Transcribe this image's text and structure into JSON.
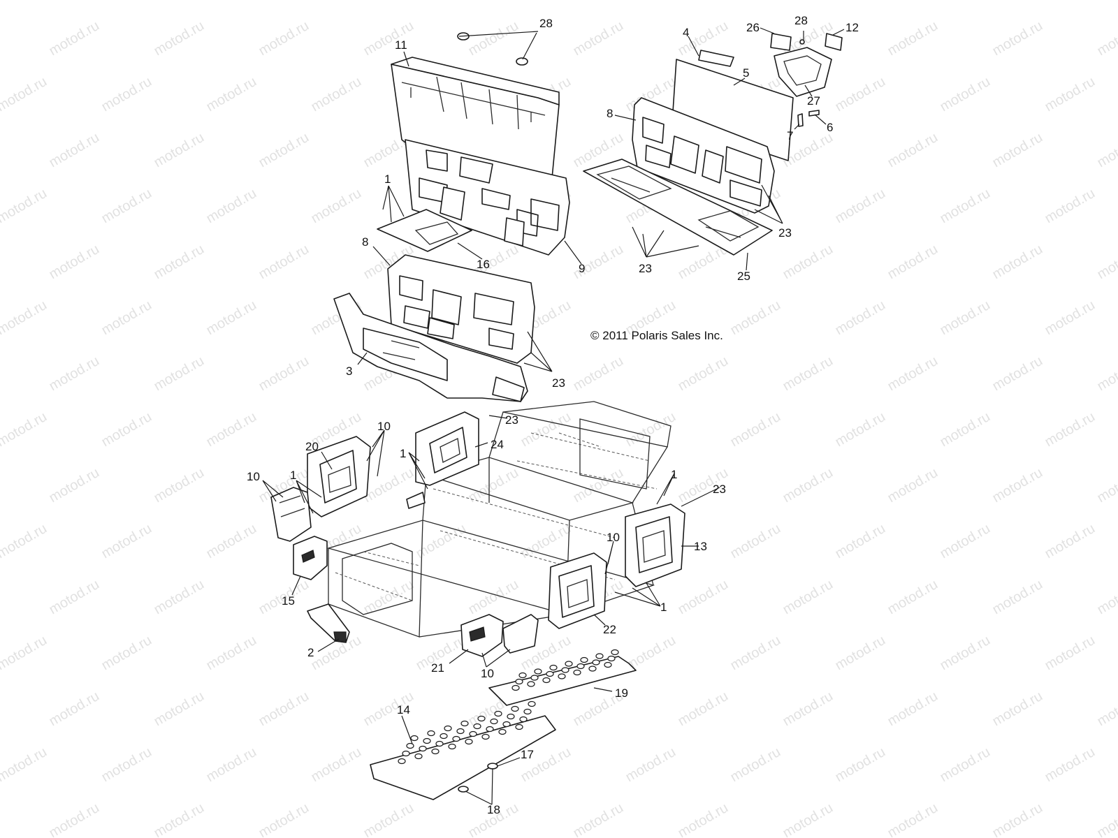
{
  "copyright": "© 2011 Polaris Sales Inc.",
  "watermark": "motod.ru",
  "callouts": [
    {
      "id": "c28a",
      "label": "28"
    },
    {
      "id": "c11",
      "label": "11"
    },
    {
      "id": "c4",
      "label": "4"
    },
    {
      "id": "c26",
      "label": "26"
    },
    {
      "id": "c28b",
      "label": "28"
    },
    {
      "id": "c12",
      "label": "12"
    },
    {
      "id": "c5",
      "label": "5"
    },
    {
      "id": "c27",
      "label": "27"
    },
    {
      "id": "c8a",
      "label": "8"
    },
    {
      "id": "c7",
      "label": "7"
    },
    {
      "id": "c6",
      "label": "6"
    },
    {
      "id": "c1a",
      "label": "1"
    },
    {
      "id": "c16",
      "label": "16"
    },
    {
      "id": "c9",
      "label": "9"
    },
    {
      "id": "c23a",
      "label": "23"
    },
    {
      "id": "c23b",
      "label": "23"
    },
    {
      "id": "c25",
      "label": "25"
    },
    {
      "id": "c8b",
      "label": "8"
    },
    {
      "id": "c3",
      "label": "3"
    },
    {
      "id": "c23c",
      "label": "23"
    },
    {
      "id": "c23d",
      "label": "23"
    },
    {
      "id": "c10a",
      "label": "10"
    },
    {
      "id": "c20",
      "label": "20"
    },
    {
      "id": "c1b",
      "label": "1"
    },
    {
      "id": "c24",
      "label": "24"
    },
    {
      "id": "c10b",
      "label": "10"
    },
    {
      "id": "c1c",
      "label": "1"
    },
    {
      "id": "c1d",
      "label": "1"
    },
    {
      "id": "c23e",
      "label": "23"
    },
    {
      "id": "c10c",
      "label": "10"
    },
    {
      "id": "c13",
      "label": "13"
    },
    {
      "id": "c15",
      "label": "15"
    },
    {
      "id": "c1e",
      "label": "1"
    },
    {
      "id": "c22",
      "label": "22"
    },
    {
      "id": "c2",
      "label": "2"
    },
    {
      "id": "c21",
      "label": "21"
    },
    {
      "id": "c10d",
      "label": "10"
    },
    {
      "id": "c19",
      "label": "19"
    },
    {
      "id": "c14",
      "label": "14"
    },
    {
      "id": "c17",
      "label": "17"
    },
    {
      "id": "c18",
      "label": "18"
    }
  ]
}
